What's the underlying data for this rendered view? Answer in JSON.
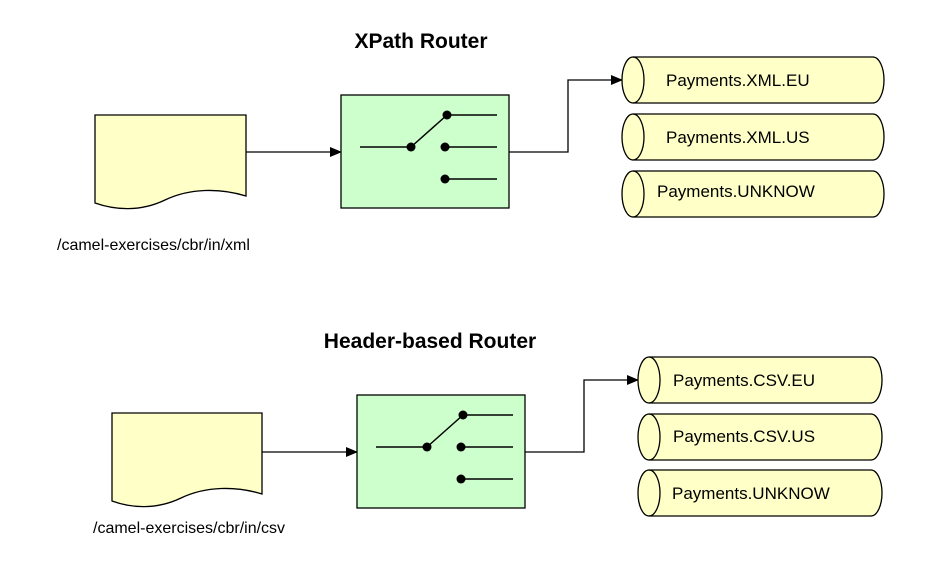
{
  "routers": [
    {
      "title": "XPath Router",
      "source_path": "/camel-exercises/cbr/in/xml",
      "queues": [
        "Payments.XML.EU",
        "Payments.XML.US",
        "Payments.UNKNOW"
      ]
    },
    {
      "title": "Header-based Router",
      "source_path": "/camel-exercises/cbr/in/csv",
      "queues": [
        "Payments.CSV.EU",
        "Payments.CSV.US",
        "Payments.UNKNOW"
      ]
    }
  ],
  "colors": {
    "document_fill": "#ffffc8",
    "router_fill": "#ccffcc",
    "queue_fill": "#ffffc8",
    "stroke": "#000000"
  }
}
